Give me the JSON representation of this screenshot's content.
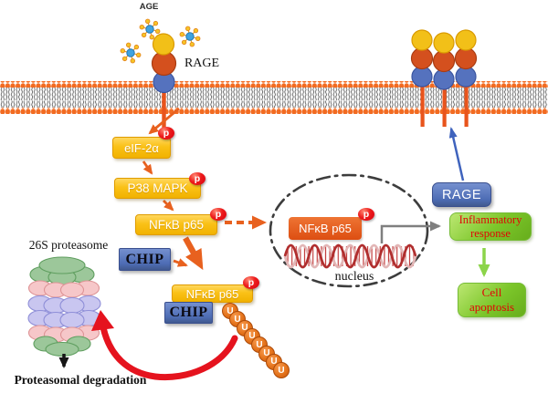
{
  "figure": {
    "type": "signaling-pathway-diagram",
    "labels": {
      "age": "AGE",
      "rage_receptor": "RAGE",
      "eif2a": "eIF-2α",
      "p38_mapk": "P38 MAPK",
      "nfkb_p65": "NFκB p65",
      "chip": "CHIP",
      "phospho": "p",
      "proteasome": "26S proteasome",
      "degradation": "Proteasomal degradation",
      "nucleus": "nucleus",
      "rage_box": "RAGE",
      "inflammatory": "Inflammatory response",
      "apoptosis": "Cell apoptosis"
    },
    "ubiquitin_chain": {
      "label": "U",
      "count": 8
    },
    "colors": {
      "membrane_orange": "#F26B21",
      "arrow_orange": "#E8611F",
      "yellow_box": "#FAC117",
      "blue_box": "#4E6DB5",
      "green_box": "#7CC62A",
      "red_badge": "#E30012",
      "red_text": "#E00505",
      "nucleus_box": "#DD4E12",
      "red_arrow": "#E5131E",
      "gray_arrow": "#7F7F7F",
      "blue_arrow": "#3F63BD",
      "proteasome_green": "#9CC79A",
      "proteasome_pink": "#F6C7C9",
      "proteasome_lavender": "#C9C6F0"
    }
  }
}
